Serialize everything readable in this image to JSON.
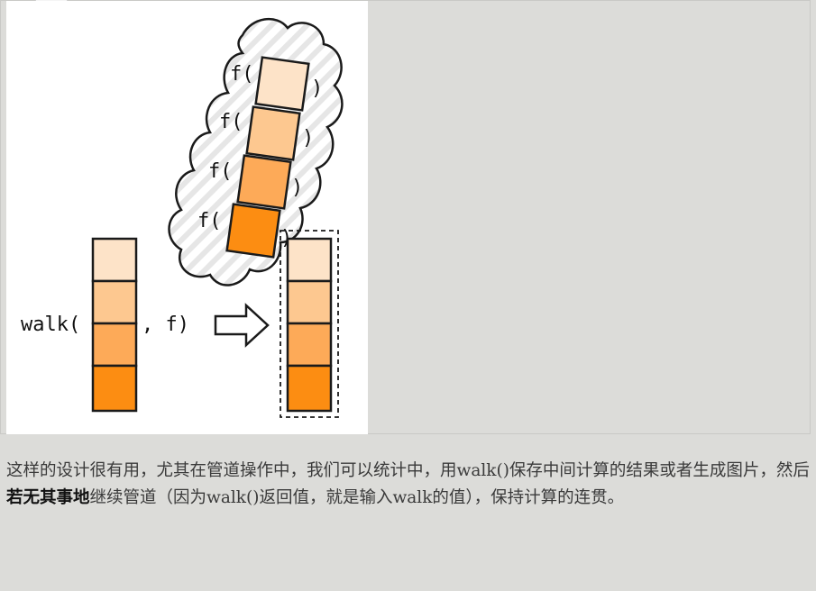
{
  "diagram": {
    "walk_label": "walk(",
    "f_args_label": ", f)",
    "f_call_open": "f(",
    "f_call_close": ")",
    "colors": {
      "shade1": "#fde3c8",
      "shade2": "#fdc890",
      "shade3": "#fdaa58",
      "shade4": "#fc8d12",
      "outline": "#1a1a1a"
    }
  },
  "paragraph": {
    "part1": "这样的设计很有用，尤其在管道操作中，我们可以统计中，用walk()保存中间计算的结果或者生成图片，然后",
    "bold": "若无其事地",
    "part2": "继续管道（因为walk()返回值，就是输入walk的值），保持计算的连贯。"
  }
}
